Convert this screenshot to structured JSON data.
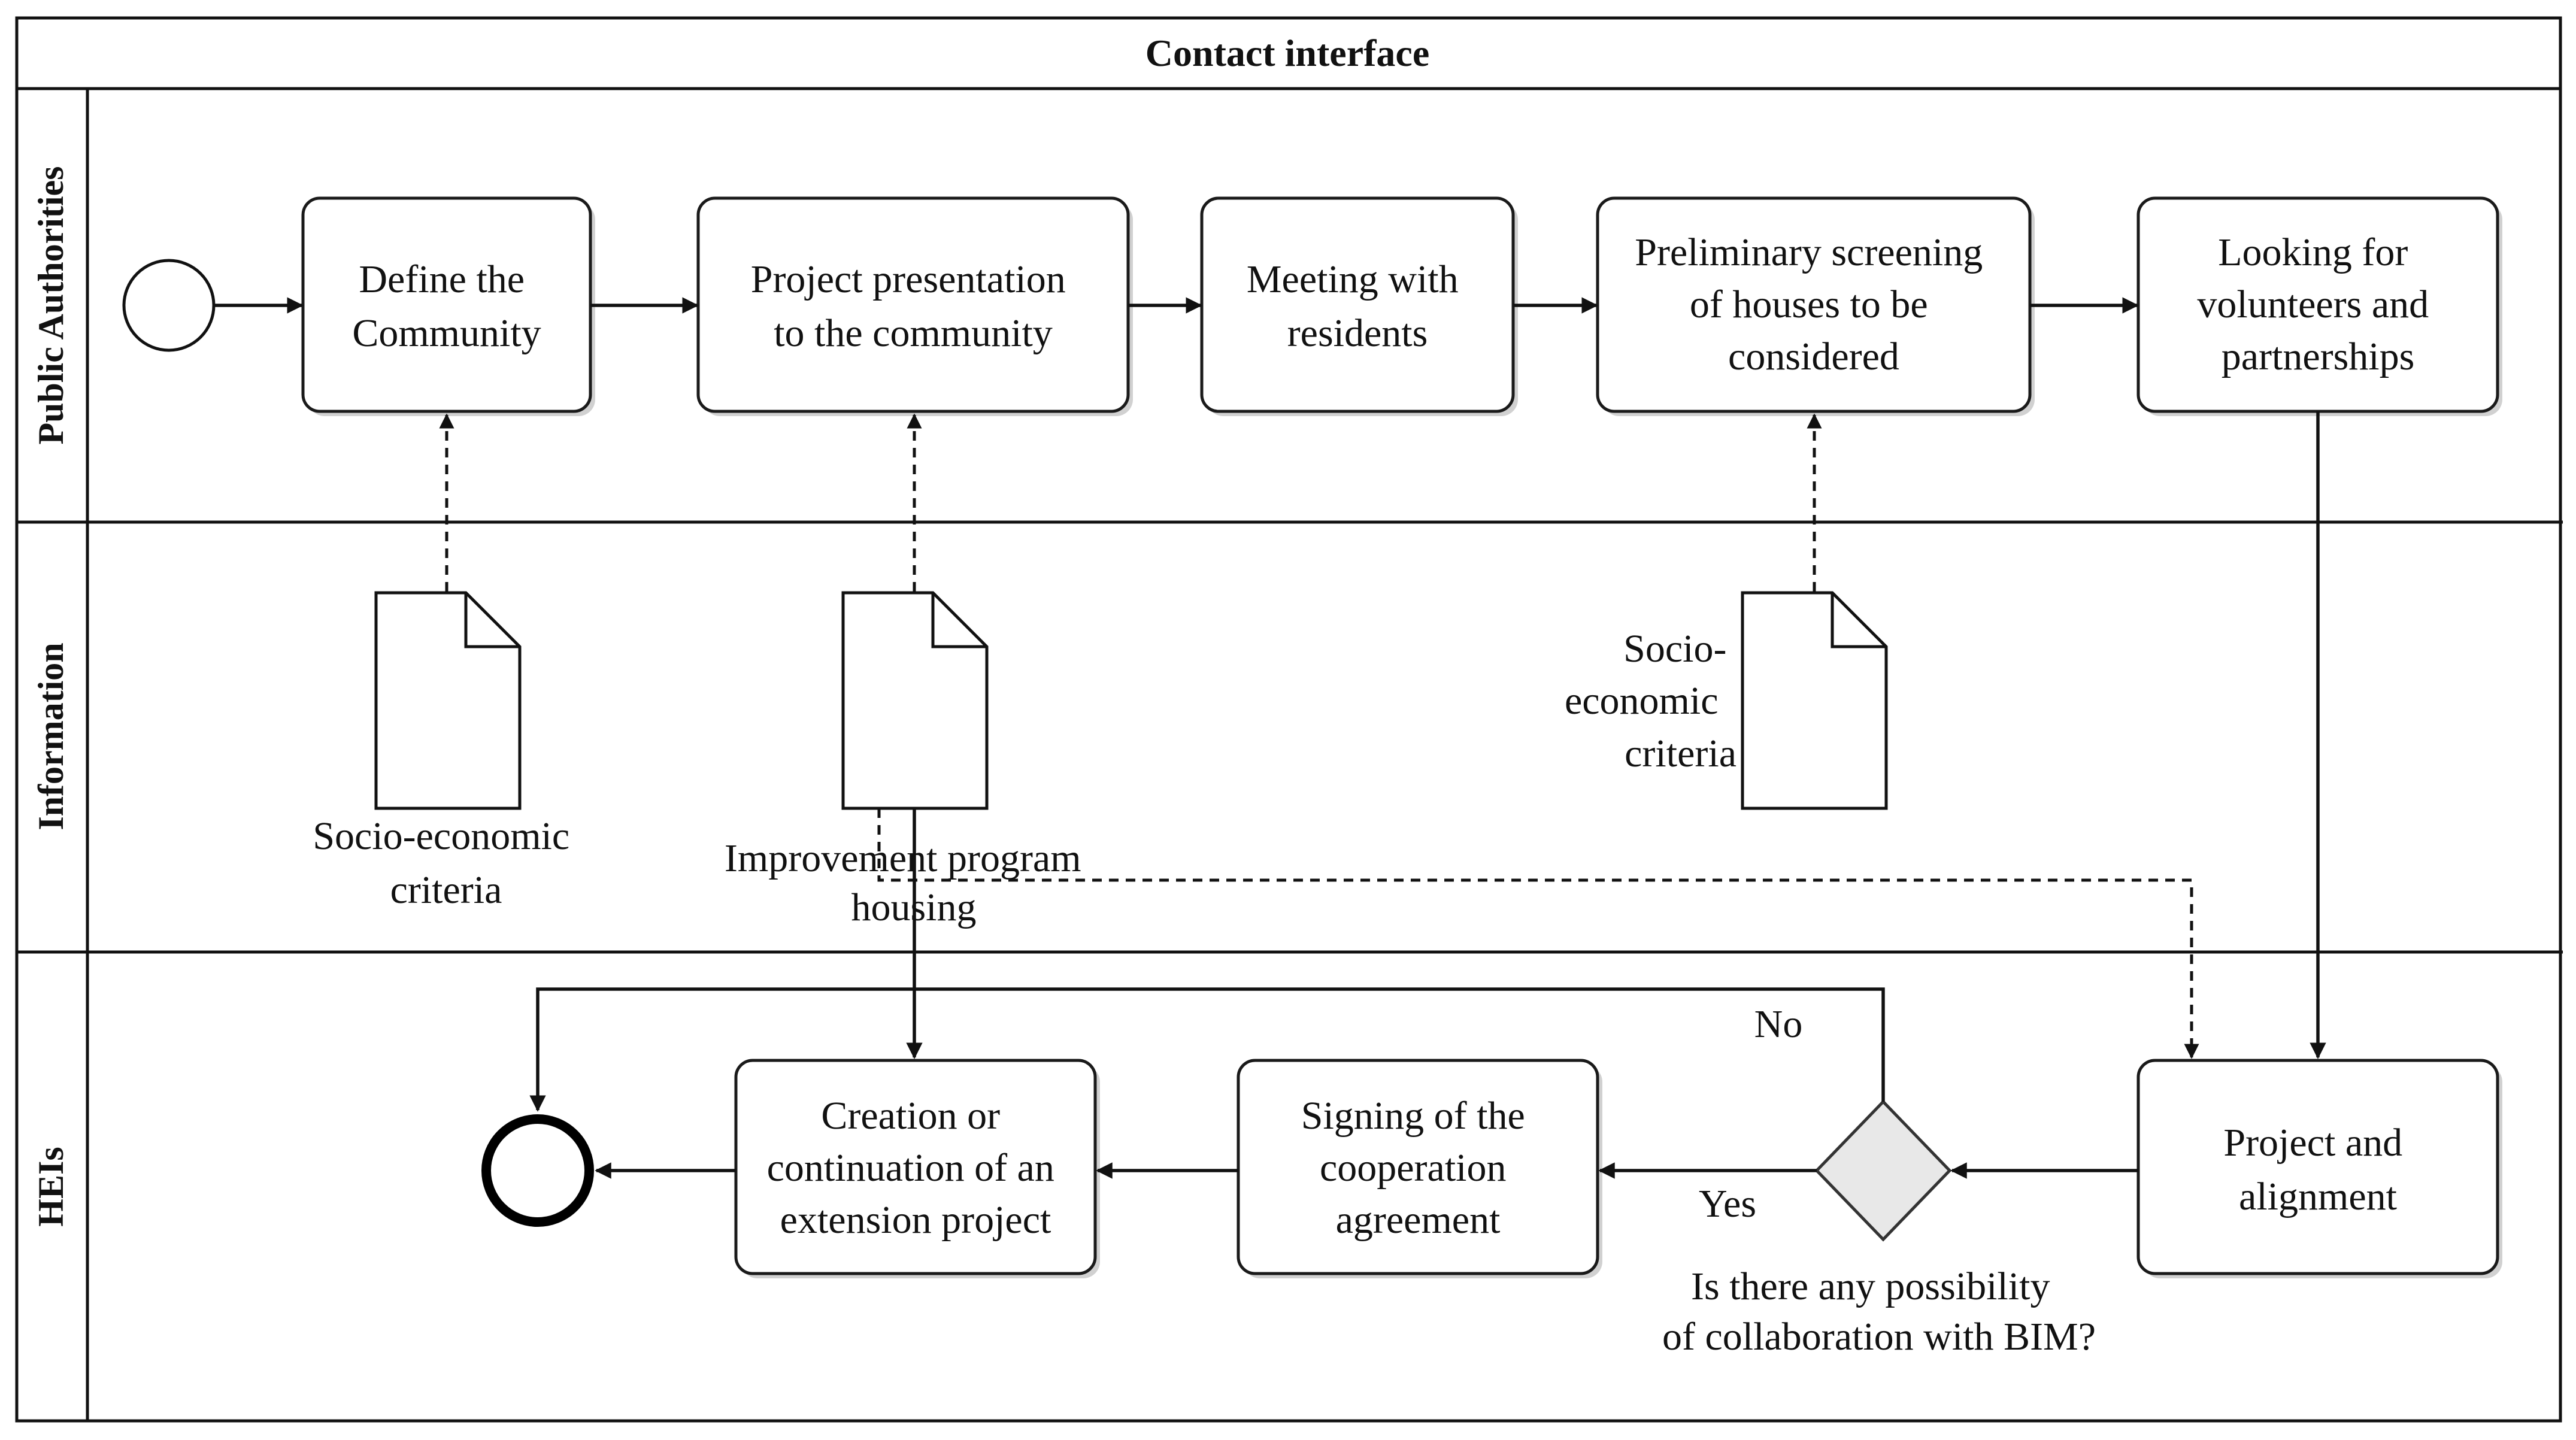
{
  "title": "Contact interface",
  "lanes": {
    "public_authorities": "Public Authorities",
    "information": "Information",
    "heis": "HEIs"
  },
  "tasks": {
    "define_community": [
      "Define the",
      "Community"
    ],
    "project_presentation": [
      "Project presentation",
      "to the community"
    ],
    "meeting_residents": [
      "Meeting with",
      "residents"
    ],
    "preliminary_screening": [
      "Preliminary screening",
      "of houses to be",
      "considered"
    ],
    "looking_volunteers": [
      "Looking for",
      "volunteers and",
      "partnerships"
    ],
    "project_alignment": [
      "Project and",
      "alignment"
    ],
    "signing_agreement": [
      "Signing of the",
      "cooperation",
      "agreement"
    ],
    "creation_extension": [
      "Creation or",
      "continuation of an",
      "extension project"
    ]
  },
  "documents": {
    "doc_socio_1": [
      "Socio-economic",
      "criteria"
    ],
    "doc_improvement": [
      "Improvement program",
      "housing"
    ],
    "doc_socio_2": [
      "Socio-",
      "economic",
      "criteria"
    ]
  },
  "gateway": {
    "question": [
      "Is there any possibility",
      "of collaboration with BIM?"
    ],
    "yes_label": "Yes",
    "no_label": "No"
  }
}
